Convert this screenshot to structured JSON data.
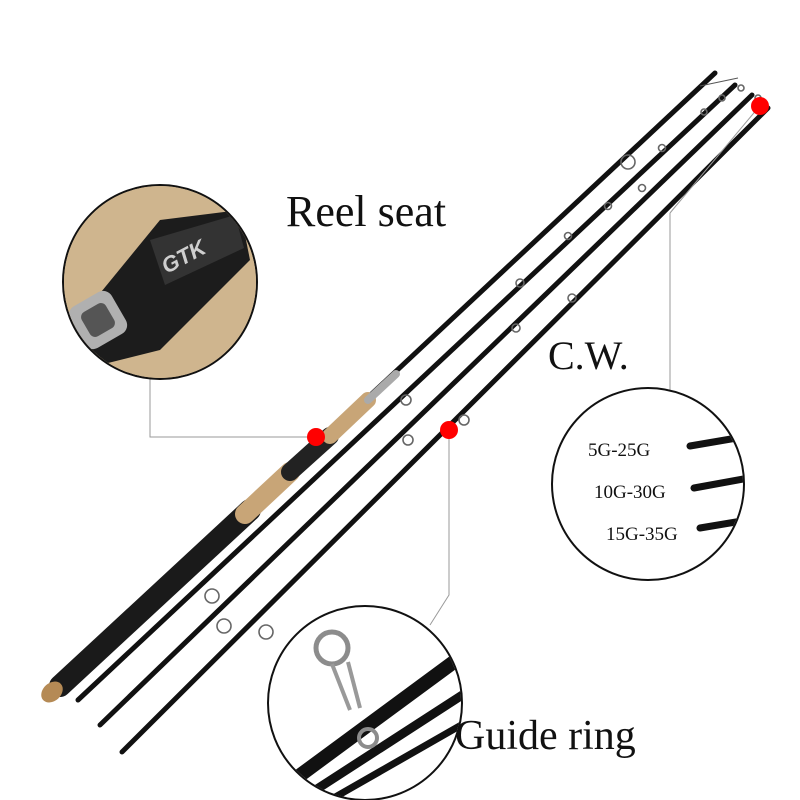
{
  "labels": {
    "reel_seat": "Reel seat",
    "casting_weight": "C.W.",
    "guide_ring": "Guide ring"
  },
  "casting_weights": [
    "5G-25G",
    "10G-30G",
    "15G-35G"
  ],
  "brand_mark": "GTK",
  "colors": {
    "rod": "#111111",
    "marker": "#ff0000",
    "cork": "#c8a577",
    "leader": "#9a9a9a"
  }
}
